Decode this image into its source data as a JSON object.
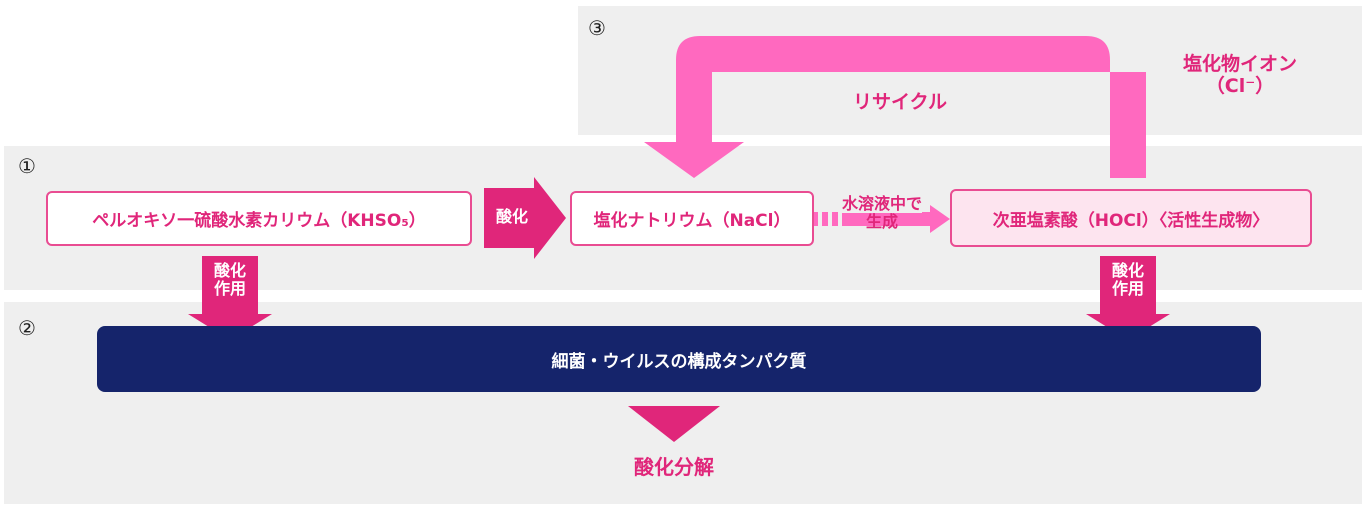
{
  "panels": {
    "panel1_number": "①",
    "panel2_number": "②",
    "panel3_number": "③"
  },
  "nodes": {
    "khso5": "ペルオキソ一硫酸水素カリウム（KHSO₅）",
    "nacl": "塩化ナトリウム（NaCl）",
    "hocl": "次亜塩素酸（HOCl）〈活性生成物〉",
    "protein": "細菌・ウイルスの構成タンパク質",
    "decompose": "酸化分解"
  },
  "arrows": {
    "oxidize": "酸化",
    "in_water_line1": "水溶液中で",
    "in_water_line2": "生成",
    "oxidation_line1": "酸化",
    "oxidation_line2": "作用",
    "recycle": "リサイクル",
    "chloride_line1": "塩化物イオン",
    "chloride_line2": "（Cl⁻）"
  },
  "colors": {
    "pink": "#e0267a",
    "light_pink": "#ff69bf",
    "navy": "#15246b",
    "panel_gray": "#efefef"
  }
}
